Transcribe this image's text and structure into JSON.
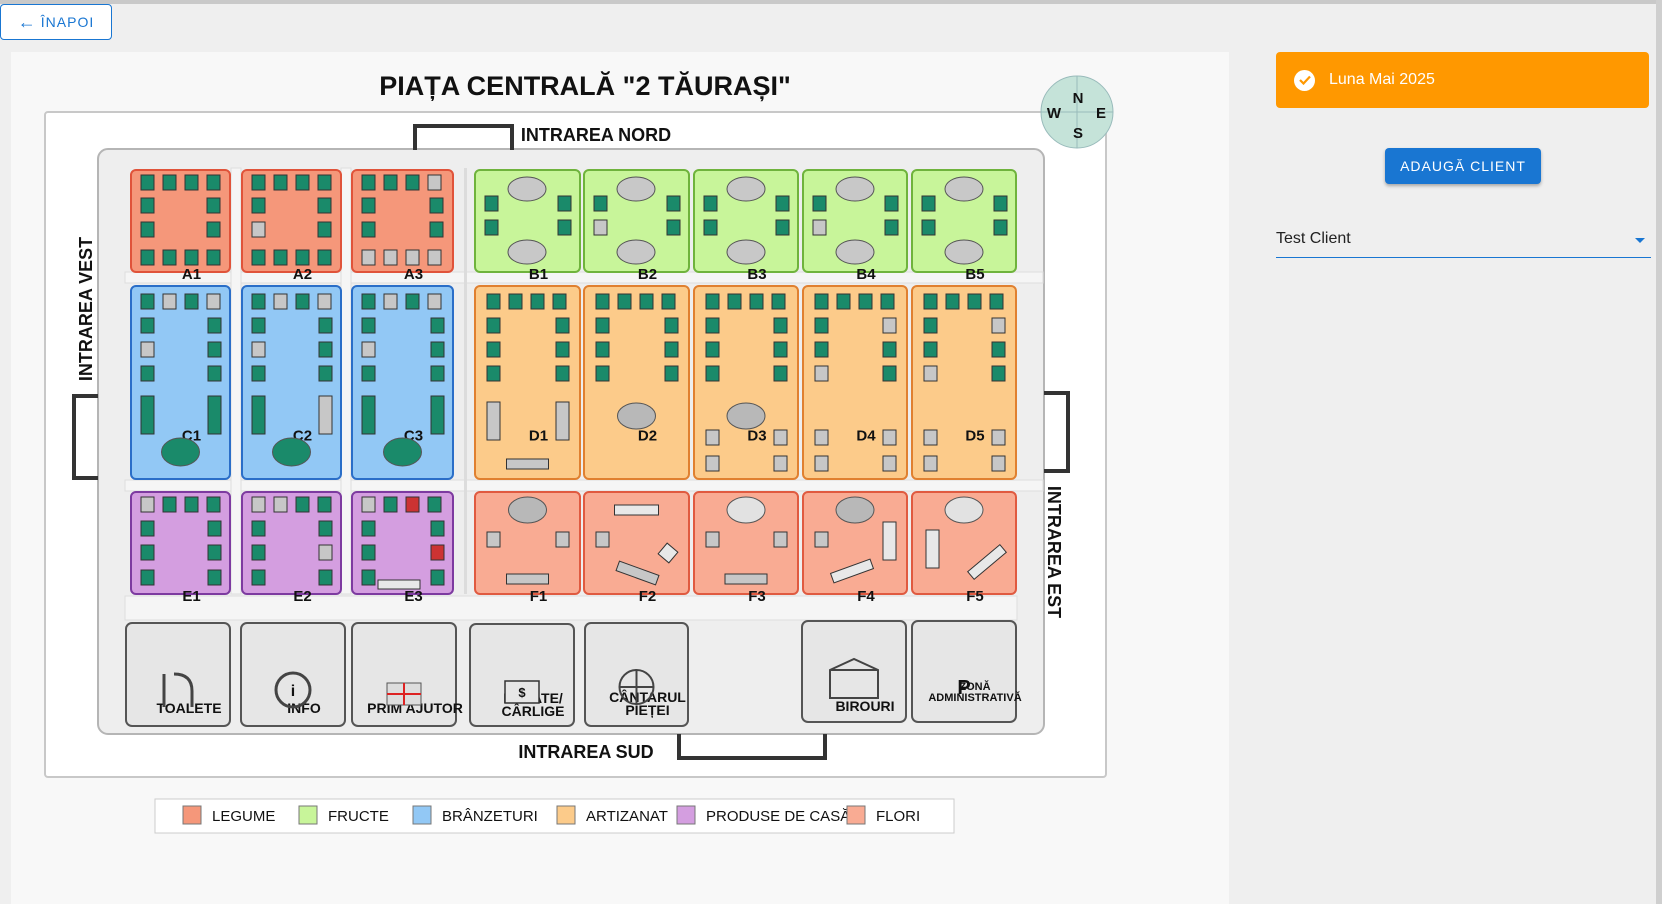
{
  "header": {
    "back_label": "ÎNAPOI"
  },
  "map": {
    "title": "PIAȚA CENTRALĂ \"2 TĂURAȘI\"",
    "compass": {
      "n": "N",
      "e": "E",
      "s": "S",
      "w": "W"
    },
    "entrances": {
      "north": "INTRAREA NORD",
      "south": "INTRAREA SUD",
      "west": "INTRAREA VEST",
      "east": "INTRAREA EST"
    },
    "colors": {
      "legume": "#f5977a",
      "fructe": "#c8f59a",
      "branzeturi": "#92c8f5",
      "artizanat": "#fccb8a",
      "produse": "#d49ee0",
      "flori": "#f9ab93"
    },
    "rows": [
      {
        "category": "legume",
        "stalls": [
          "A1",
          "A2",
          "A3"
        ]
      },
      {
        "category": "fructe",
        "stalls": [
          "B1",
          "B2",
          "B3",
          "B4",
          "B5"
        ]
      },
      {
        "category": "branzeturi",
        "stalls": [
          "C1",
          "C2",
          "C3"
        ]
      },
      {
        "category": "artizanat",
        "stalls": [
          "D1",
          "D2",
          "D3",
          "D4",
          "D5"
        ]
      },
      {
        "category": "produse",
        "stalls": [
          "E1",
          "E2",
          "E3"
        ]
      },
      {
        "category": "flori",
        "stalls": [
          "F1",
          "F2",
          "F3",
          "F4",
          "F5"
        ]
      }
    ],
    "facilities": [
      {
        "id": "toalete",
        "label": "TOALETE",
        "icon": "toilet-icon"
      },
      {
        "id": "info",
        "label": "INFO",
        "icon": "info-icon"
      },
      {
        "id": "prim-ajutor",
        "label": "PRIM AJUTOR",
        "icon": "first-aid-icon"
      },
      {
        "id": "halate",
        "label": "HALATE/\nCÂRLIGE",
        "icon": "money-icon"
      },
      {
        "id": "cantar",
        "label": "CÂNTARUL\nPIEȚEI",
        "icon": "scale-icon"
      },
      {
        "id": "birouri",
        "label": "BIROURI",
        "icon": "office-icon"
      },
      {
        "id": "admin",
        "label": "ZONĂ\nADMINISTRATIVĂ",
        "icon": "parking-icon",
        "symbol": "P"
      }
    ],
    "legend": [
      {
        "label": "LEGUME",
        "color": "#f5977a"
      },
      {
        "label": "FRUCTE",
        "color": "#c8f59a"
      },
      {
        "label": "BRÂNZETURI",
        "color": "#92c8f5"
      },
      {
        "label": "ARTIZANAT",
        "color": "#fccb8a"
      },
      {
        "label": "PRODUSE DE CASĂ",
        "color": "#d49ee0"
      },
      {
        "label": "FLORI",
        "color": "#f9ab93"
      }
    ]
  },
  "sidebar": {
    "alert_text": "Luna Mai 2025",
    "alert_color": "#ff9800",
    "add_client_label": "ADAUGĂ CLIENT",
    "client_select_value": "Test Client"
  }
}
